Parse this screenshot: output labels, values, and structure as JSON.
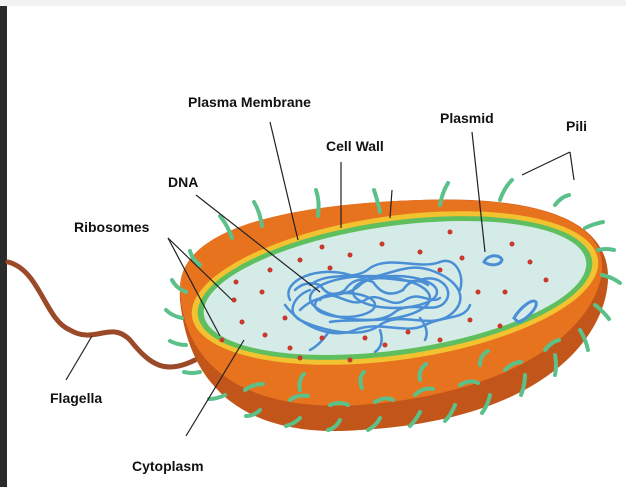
{
  "labels": {
    "plasma_membrane": "Plasma Membrane",
    "plasmid": "Plasmid",
    "pili": "Pili",
    "cell_wall": "Cell Wall",
    "dna": "DNA",
    "ribosomes": "Ribosomes",
    "flagella": "Flagella",
    "cytoplasm": "Cytoplasm"
  },
  "colors": {
    "outer_capsule": "#e8731e",
    "capsule_dark": "#c2561a",
    "cell_wall": "#f2c230",
    "plasma_membrane": "#5fbf5f",
    "cytoplasm": "#d4ebe8",
    "pili": "#5cc08a",
    "dna": "#4a8fd6",
    "ribosome": "#c8392b",
    "flagellum": "#9a4a28",
    "leader_line": "#222222"
  }
}
